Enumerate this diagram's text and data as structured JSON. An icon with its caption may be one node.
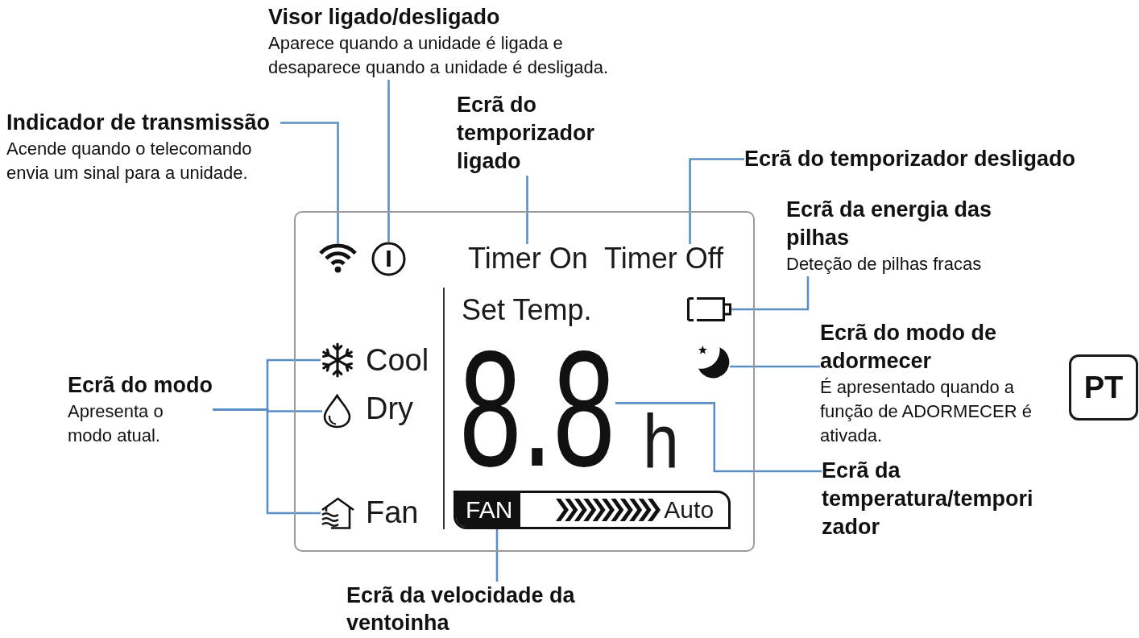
{
  "diagram": {
    "nodes": [
      {
        "text": [
          "Visor ligado/desligado",
          "Aparece quando a unidade é ligada e desaparece quando a unidade é desligada."
        ]
      },
      {
        "text": [
          "Indicador de transmissão",
          "Acende quando o telecomando envia um sinal para a unidade."
        ]
      },
      {
        "text": [
          "Ecrã do temporizador ligado"
        ]
      },
      {
        "text": [
          "Ecrã do temporizador desligado"
        ]
      },
      {
        "text": [],
        "shape": "box"
      },
      {
        "text": [],
        "shape": "picture",
        "in": 4
      },
      {
        "text": [],
        "shape": "picture",
        "in": 4
      },
      {
        "text": [
          "Timer On"
        ],
        "in": 4
      },
      {
        "text": [
          "Timer Off"
        ],
        "in": 4
      },
      {
        "text": [],
        "shape": "battery",
        "in": 4
      },
      {
        "text": [],
        "shape": "picture",
        "in": 4
      },
      {
        "text": [],
        "shape": "picture",
        "in": 4
      },
      {
        "text": [],
        "shape": "picture",
        "in": 4
      },
      {
        "text": [],
        "shape": "picture",
        "in": 4
      },
      {
        "text": [
          "8.8"
        ],
        "in": 4
      },
      {
        "text": [
          "FAN",
          "Auto"
        ],
        "in": 4
      },
      {
        "text": [
          "Ecrã da energia das pilhas",
          "Deteção de pilhas fracas"
        ]
      },
      {
        "text": [
          "Ecrã do modo de adormecer",
          "É apresentado quando a função de ADORMECER é ativada."
        ]
      },
      {
        "text": [
          "PT"
        ]
      },
      {
        "text": [
          "Ecrã do modo",
          "Apresenta o modo atual."
        ]
      },
      {
        "text": [
          "Ecrã da temperatura/temporizador"
        ]
      },
      {
        "text": [
          "Ecrã da velocidade da ventoinha"
        ]
      }
    ],
    "edges": [
      {
        "from": 1,
        "to": 5,
        "arrow": "none"
      },
      {
        "from": 0,
        "to": 6,
        "arrow": "none"
      },
      {
        "from": 2,
        "to": 7,
        "arrow": "none"
      },
      {
        "from": 3,
        "to": 8,
        "arrow": "none"
      },
      {
        "from": 16,
        "to": 9,
        "arrow": "none"
      },
      {
        "from": 17,
        "to": 10,
        "arrow": "none"
      },
      {
        "from": 19,
        "to": 11,
        "arrow": "none"
      },
      {
        "from": 19,
        "to": 12,
        "arrow": "none"
      },
      {
        "from": 19,
        "to": 13,
        "arrow": "none"
      },
      {
        "from": 20,
        "to": 14,
        "arrow": "none"
      },
      {
        "from": 21,
        "to": 15,
        "arrow": "none"
      }
    ],
    "labels": [
      "Set Temp.",
      "Cool",
      "Dry",
      "h",
      "Fan"
    ]
  }
}
